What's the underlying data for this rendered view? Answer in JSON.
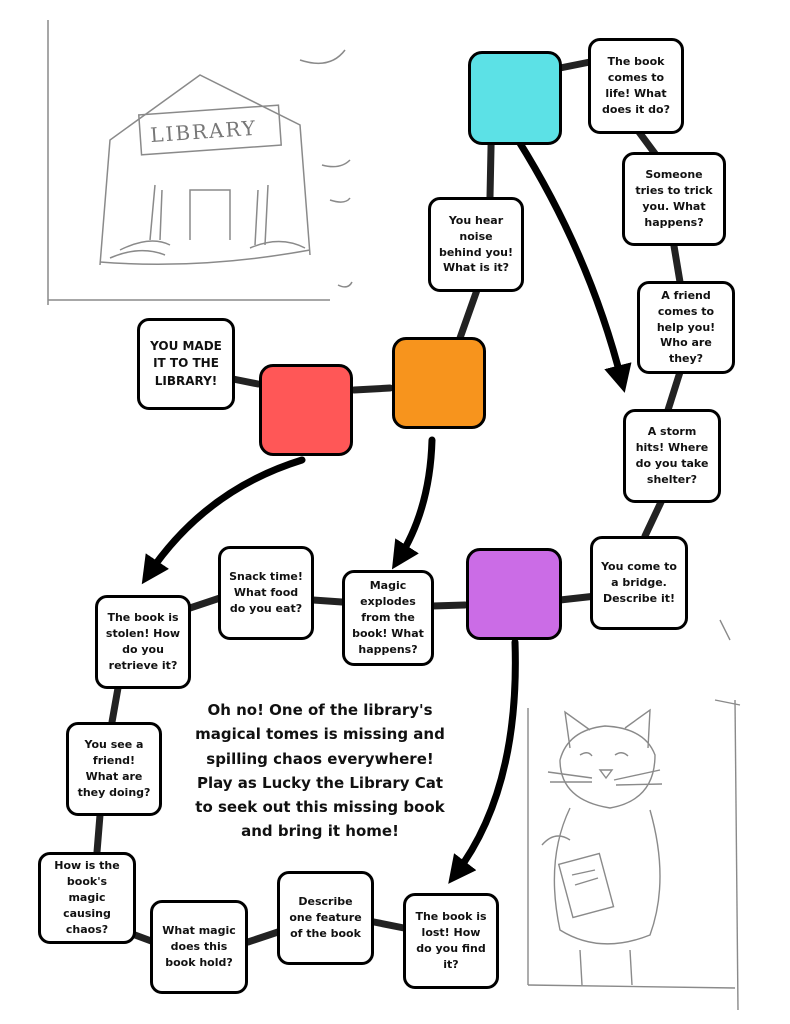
{
  "colors": {
    "start_square": "#5ce1e6",
    "orange_square": "#f7941d",
    "red_square": "#ff5757",
    "purple_square": "#cb6ce6"
  },
  "sketches": {
    "library_sign": "LIBRARY",
    "library_icon": "library-sketch",
    "cat_icon": "cat-sketch"
  },
  "spaces": {
    "book_comes_to_life": "The book comes to life! What does it do?",
    "someone_tries_to_trick": "Someone tries to trick you. What happens?",
    "friend_comes_to_help": "A friend comes to help you! Who are they?",
    "storm_hits": "A storm hits! Where do you take shelter?",
    "come_to_bridge": "You come to a bridge. Describe it!",
    "magic_explodes": "Magic explodes from the book! What happens?",
    "snack_time": "Snack time! What food do you eat?",
    "book_is_stolen": "The book is stolen! How do you retrieve it?",
    "see_a_friend": "You see a friend! What are they doing?",
    "magic_causing_chaos": "How is the book's magic causing chaos?",
    "what_magic": "What magic does this book hold?",
    "describe_feature": "Describe one feature of the book",
    "book_is_lost": "The book is lost! How do you find it?",
    "hear_noise": "You hear noise behind you! What is it?",
    "made_it": "YOU MADE IT TO THE LIBRARY!"
  },
  "intro_text": "Oh no! One of the library's magical tomes is missing and spilling chaos everywhere! Play as Lucky the Library Cat to seek out this missing book and bring it home!"
}
